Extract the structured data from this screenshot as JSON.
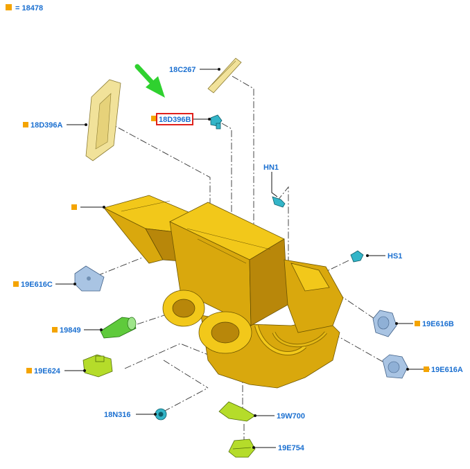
{
  "header": {
    "ref_label": "= 18478"
  },
  "callouts": [
    {
      "id": "18C267",
      "text": "18C267",
      "marker": false,
      "highlighted": false
    },
    {
      "id": "18D396B",
      "text": "18D396B",
      "marker": true,
      "highlighted": true
    },
    {
      "id": "18D396A",
      "text": "18D396A",
      "marker": true,
      "highlighted": false
    },
    {
      "id": "HN1",
      "text": "HN1",
      "marker": false,
      "highlighted": false
    },
    {
      "id": "main-assembly",
      "text": "",
      "marker": true,
      "highlighted": false
    },
    {
      "id": "HS1",
      "text": "HS1",
      "marker": false,
      "highlighted": false
    },
    {
      "id": "19E616C",
      "text": "19E616C",
      "marker": true,
      "highlighted": false
    },
    {
      "id": "19E616B",
      "text": "19E616B",
      "marker": true,
      "highlighted": false
    },
    {
      "id": "19849",
      "text": "19849",
      "marker": true,
      "highlighted": false
    },
    {
      "id": "19E616A",
      "text": "19E616A",
      "marker": true,
      "highlighted": false
    },
    {
      "id": "19E624",
      "text": "19E624",
      "marker": true,
      "highlighted": false
    },
    {
      "id": "18N316",
      "text": "18N316",
      "marker": false,
      "highlighted": false
    },
    {
      "id": "19W700",
      "text": "19W700",
      "marker": false,
      "highlighted": false
    },
    {
      "id": "19E754",
      "text": "19E754",
      "marker": false,
      "highlighted": false
    }
  ],
  "colors": {
    "label": "#1a6fd0",
    "marker": "#f4a400",
    "highlight_border": "#e0201b",
    "pointer_arrow": "#2fd12f",
    "housing": "#f2c81a"
  },
  "icons": {
    "pointer": "green-arrow-icon",
    "marker": "orange-square-icon"
  }
}
